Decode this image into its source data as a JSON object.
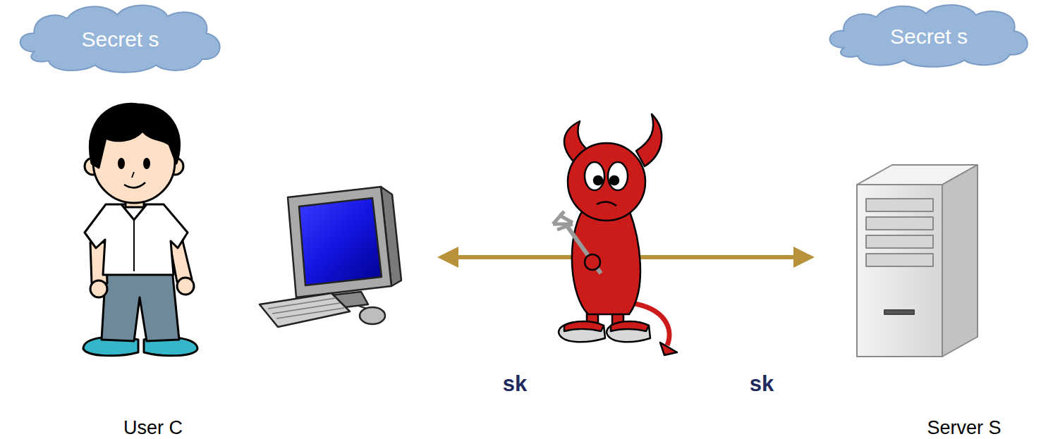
{
  "diagram": {
    "nodes": [
      {
        "text": [
          "Secret s"
        ]
      },
      {
        "text": [
          "Secret s"
        ]
      },
      {
        "text": [
          "User C"
        ]
      },
      {
        "text": [
          "Server S"
        ]
      }
    ],
    "edges": [
      {
        "from": 2,
        "to": 3,
        "arrow": "both"
      }
    ],
    "labels": [
      "sk",
      "sk"
    ]
  }
}
